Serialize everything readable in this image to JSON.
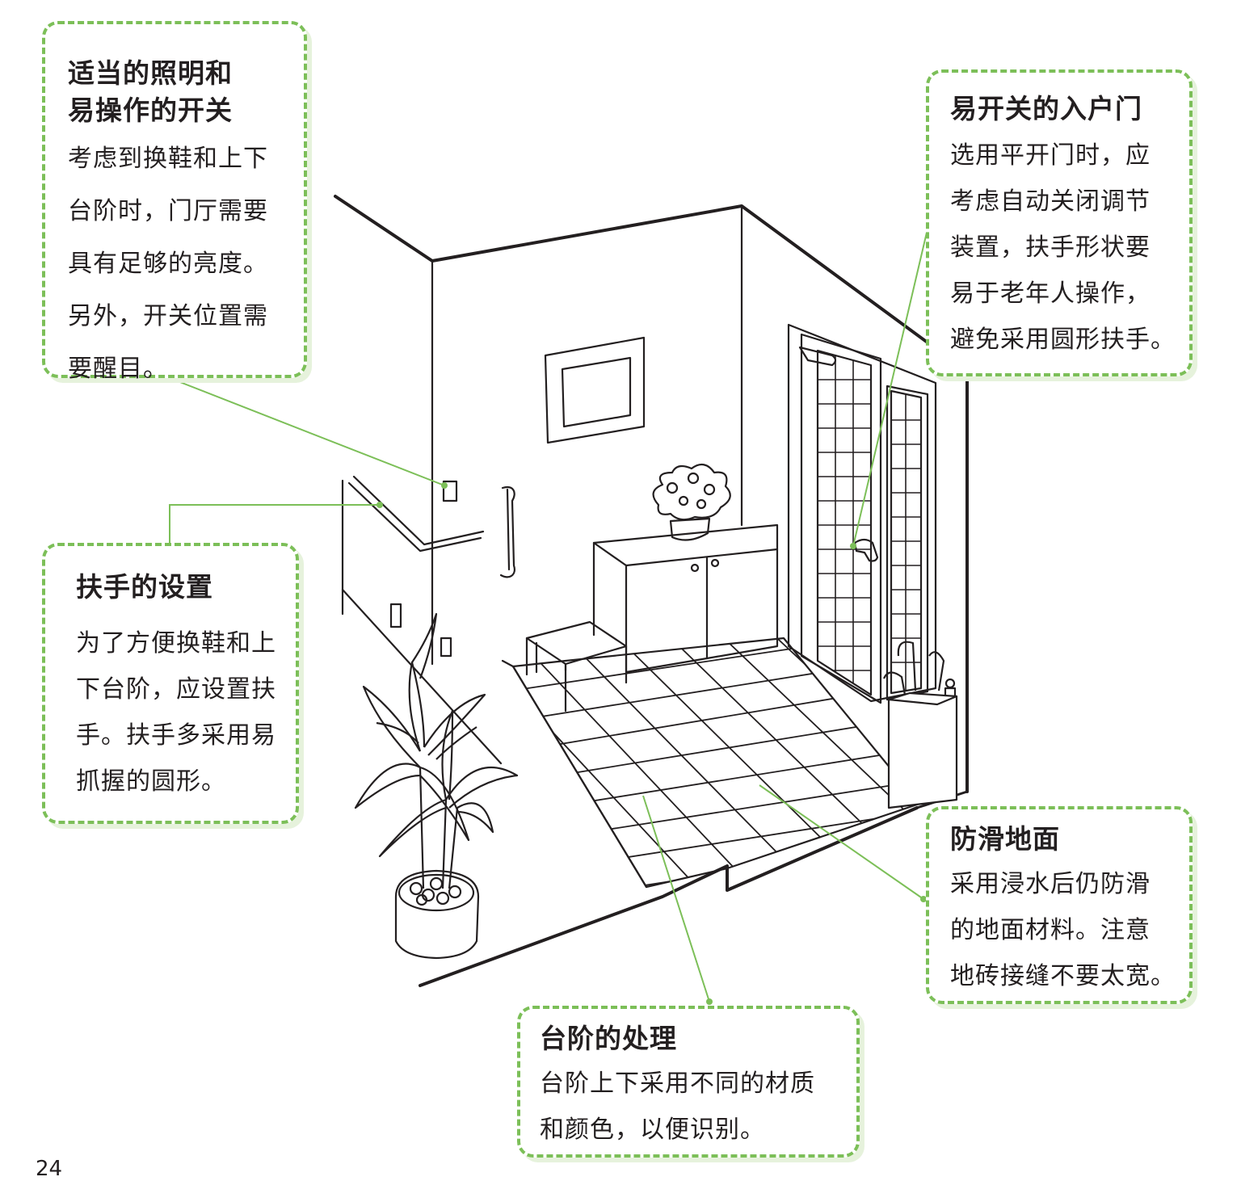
{
  "notes": {
    "lighting_switch": {
      "title_line1": "适当的照明和",
      "title_line2": "易操作的开关",
      "lines": [
        "考虑到换鞋和上下",
        "台阶时，门厅需要",
        "具有足够的亮度。",
        "另外，开关位置需",
        "要醒目。"
      ]
    },
    "entrance_door": {
      "title": "易开关的入户门",
      "lines": [
        "选用平开门时，应",
        "考虑自动关闭调节",
        "装置，扶手形状要",
        "易于老年人操作，",
        "避免采用圆形扶手。"
      ]
    },
    "handrail": {
      "title": "扶手的设置",
      "lines": [
        "为了方便换鞋和上",
        "下台阶，应设置扶",
        "手。扶手多采用易",
        "抓握的圆形。"
      ]
    },
    "anti_slip_floor": {
      "title": "防滑地面",
      "lines": [
        "采用浸水后仍防滑",
        "的地面材料。注意",
        "地砖接缝不要太宽。"
      ]
    },
    "step_treatment": {
      "title": "台阶的处理",
      "lines": [
        "台阶上下采用不同的材质",
        "和颜色，以便识别。"
      ]
    }
  },
  "page_number": "24",
  "colors": {
    "accent_green": "#7cbf58",
    "shadow_green": "#e6f2dc",
    "line_art": "#231f20"
  },
  "icons": [
    "wall-mirror-icon",
    "flower-vase-icon",
    "potted-plant-icon",
    "umbrella-stand-icon",
    "light-switch-icon",
    "handrail-icon",
    "door-lever-icon"
  ]
}
